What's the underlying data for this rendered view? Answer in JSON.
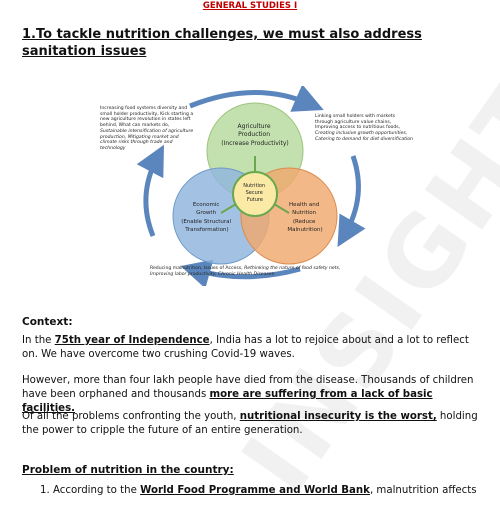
{
  "header": "GENERAL STUDIES I",
  "title": "1.To tackle nutrition challenges, we must also address sanitation issues",
  "watermark": "INSIGHTS",
  "diagram": {
    "circles": [
      {
        "line1": "Agriculture",
        "line2": "Production",
        "line3": "(Increase Productivity)",
        "color": "#b9dca0"
      },
      {
        "line1": "Economic",
        "line2": "Growth",
        "line3": "(Enable Structural Transformation)",
        "color": "#8fb5dd"
      },
      {
        "line1": "Health and",
        "line2": "Nutrition",
        "line3": "(Reduce Malnutrition)",
        "color": "#f0a86e"
      }
    ],
    "center": {
      "line1": "Nutrition",
      "line2": "Secure",
      "line3": "Future"
    },
    "caption_left": {
      "plain": "Increasing food systems diversity and small holder productivity, Kick starting a new agriculture revolution in states left behind, What can markets do, ",
      "italic": "Sustainable intensification of agriculture production, Mitigating market and climate risks through trade and technology"
    },
    "caption_right": {
      "plain": "Linking small holders with markets through agriculture value chains, Improving access to nutritious foods, ",
      "italic": "Creating inclusive growth opportunities, Catering to demand for diet diversification"
    },
    "caption_bottom": {
      "plain": "Reducing malnutrition, Issues of Access, ",
      "italic": "Rethinking the nature of food safety nets, Improving labor productivity, Chronic Health Diseases"
    }
  },
  "context_heading": "Context:",
  "p1": {
    "a": "In the ",
    "b": "75th year of Independence",
    "c": ", India has a lot to rejoice about and a lot to reflect on. We have overcome two crushing Covid-19 waves."
  },
  "p2": {
    "a": "However, more than four lakh people have died from the disease. Thousands of children have been orphaned and thousands ",
    "b": "more are suffering from a lack of basic facilities."
  },
  "p3": {
    "a": "Of all the problems confronting the youth, ",
    "b": "nutritional insecurity is the worst,",
    "c": " holding the power to cripple the future of an entire generation."
  },
  "problem_heading": "Problem of nutrition in the country:",
  "list1": {
    "num": "1.",
    "a": "According to the ",
    "b": "World Food Programme and World Bank",
    "c": ", malnutrition affects"
  }
}
